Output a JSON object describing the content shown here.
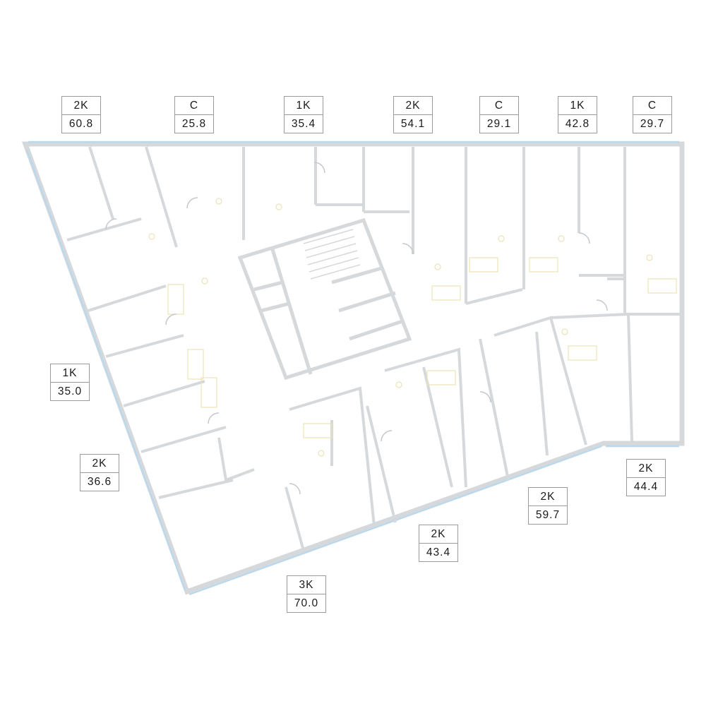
{
  "colors": {
    "wall": "#d6d9dc",
    "wall_stroke": "#c4c8cc",
    "window": "#bcd9ec",
    "fixture": "#ece3b8",
    "label_border": "#9a9a9a",
    "text": "#1a1a1a"
  },
  "units": [
    {
      "type": "2K",
      "area": "60.8"
    },
    {
      "type": "C",
      "area": "25.8"
    },
    {
      "type": "1K",
      "area": "35.4"
    },
    {
      "type": "2K",
      "area": "54.1"
    },
    {
      "type": "C",
      "area": "29.1"
    },
    {
      "type": "1K",
      "area": "42.8"
    },
    {
      "type": "C",
      "area": "29.7"
    },
    {
      "type": "1K",
      "area": "35.0"
    },
    {
      "type": "2K",
      "area": "36.6"
    },
    {
      "type": "2K",
      "area": "44.4"
    },
    {
      "type": "2K",
      "area": "59.7"
    },
    {
      "type": "2K",
      "area": "43.4"
    },
    {
      "type": "3K",
      "area": "70.0"
    }
  ]
}
